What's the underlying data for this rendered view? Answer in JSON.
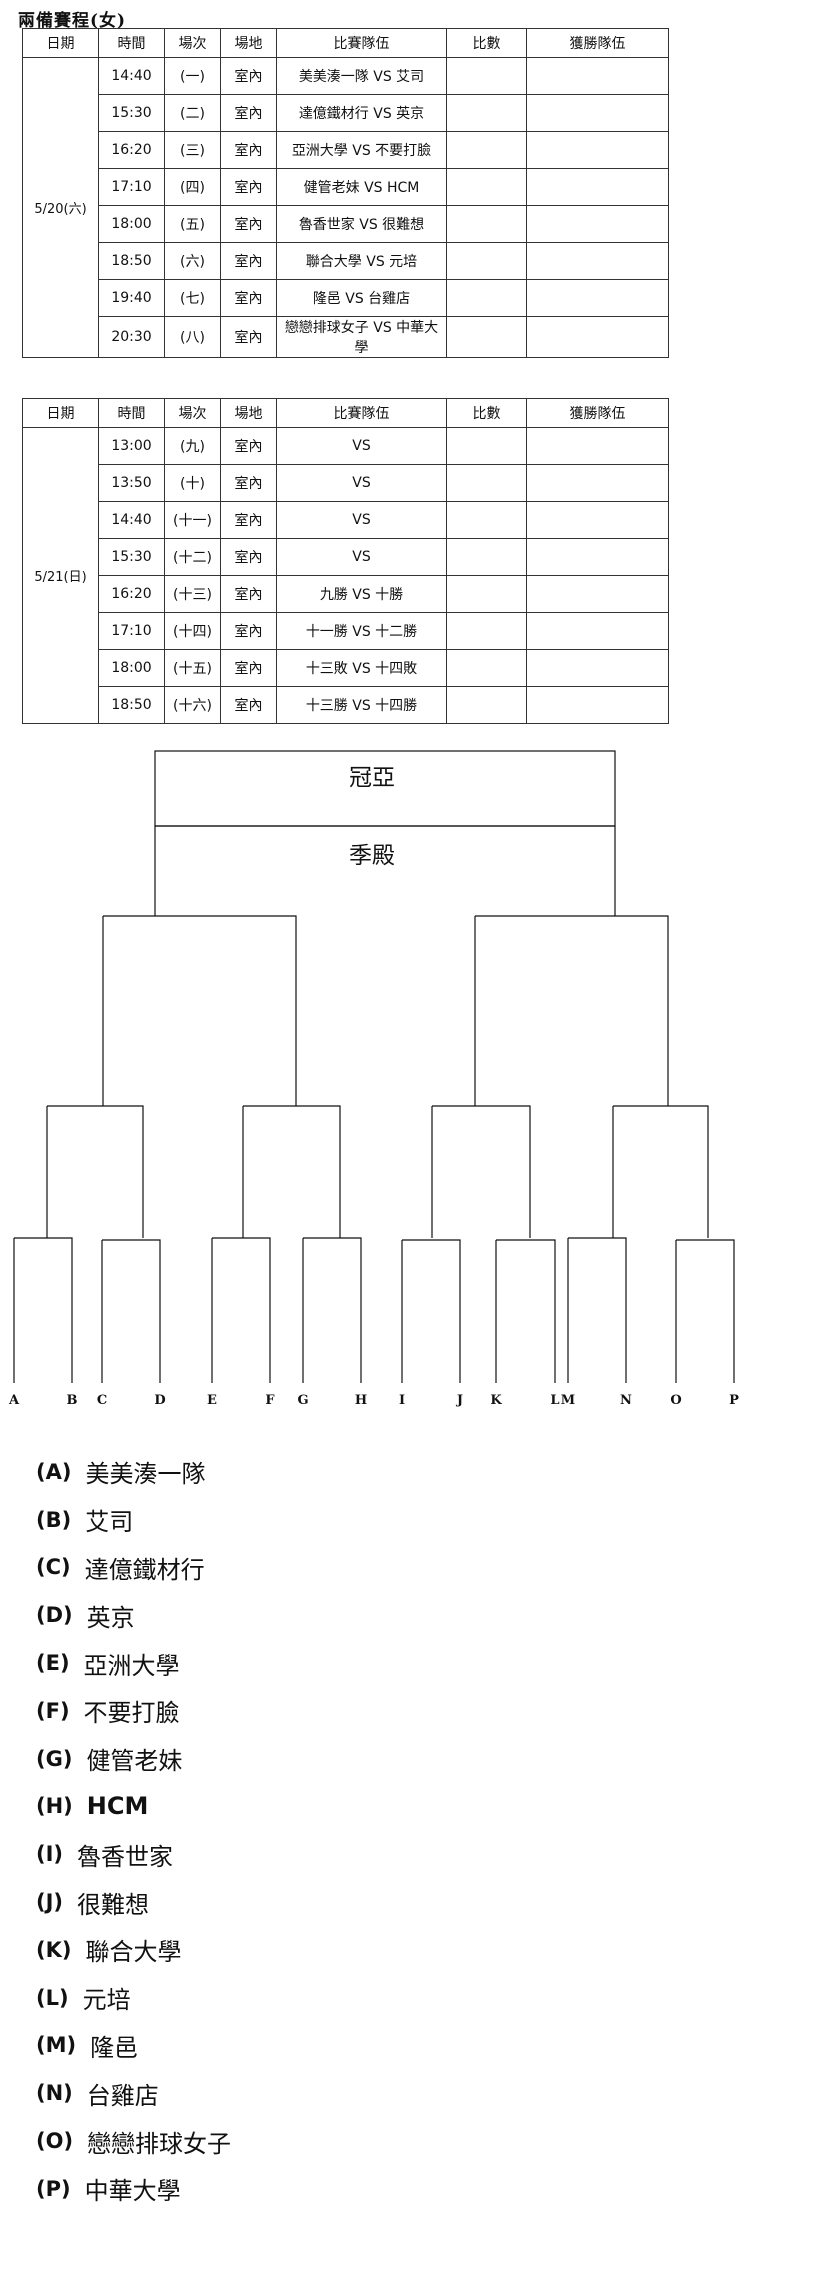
{
  "title": "兩備賽程(女)",
  "headers": [
    "日期",
    "時間",
    "場次",
    "場地",
    "比賽隊伍",
    "比數",
    "獲勝隊伍"
  ],
  "day1": {
    "date": "5/20(六)",
    "rows": [
      {
        "time": "14:40",
        "game": "(一)",
        "venue": "室內",
        "match": "美美湊一隊 VS 艾司",
        "score": "",
        "winner": ""
      },
      {
        "time": "15:30",
        "game": "(二)",
        "venue": "室內",
        "match": "達億鐵材行 VS 英京",
        "score": "",
        "winner": ""
      },
      {
        "time": "16:20",
        "game": "(三)",
        "venue": "室內",
        "match": "亞洲大學 VS 不要打臉",
        "score": "",
        "winner": ""
      },
      {
        "time": "17:10",
        "game": "(四)",
        "venue": "室內",
        "match": "健管老妹 VS HCM",
        "score": "",
        "winner": ""
      },
      {
        "time": "18:00",
        "game": "(五)",
        "venue": "室內",
        "match": "魯香世家 VS 很難想",
        "score": "",
        "winner": ""
      },
      {
        "time": "18:50",
        "game": "(六)",
        "venue": "室內",
        "match": "聯合大學 VS 元培",
        "score": "",
        "winner": ""
      },
      {
        "time": "19:40",
        "game": "(七)",
        "venue": "室內",
        "match": "隆邑 VS 台雞店",
        "score": "",
        "winner": ""
      },
      {
        "time": "20:30",
        "game": "(八)",
        "venue": "室內",
        "match": "戀戀排球女子 VS 中華大學",
        "score": "",
        "winner": ""
      }
    ]
  },
  "day2": {
    "date": "5/21(日)",
    "rows": [
      {
        "time": "13:00",
        "game": "(九)",
        "venue": "室內",
        "match": "VS",
        "score": "",
        "winner": ""
      },
      {
        "time": "13:50",
        "game": "(十)",
        "venue": "室內",
        "match": "VS",
        "score": "",
        "winner": ""
      },
      {
        "time": "14:40",
        "game": "(十一)",
        "venue": "室內",
        "match": "VS",
        "score": "",
        "winner": ""
      },
      {
        "time": "15:30",
        "game": "(十二)",
        "venue": "室內",
        "match": "VS",
        "score": "",
        "winner": ""
      },
      {
        "time": "16:20",
        "game": "(十三)",
        "venue": "室內",
        "match": "九勝 VS 十勝",
        "score": "",
        "winner": ""
      },
      {
        "time": "17:10",
        "game": "(十四)",
        "venue": "室內",
        "match": "十一勝 VS 十二勝",
        "score": "",
        "winner": ""
      },
      {
        "time": "18:00",
        "game": "(十五)",
        "venue": "室內",
        "match": "十三敗 VS 十四敗",
        "score": "",
        "winner": ""
      },
      {
        "time": "18:50",
        "game": "(十六)",
        "venue": "室內",
        "match": "十三勝 VS 十四勝",
        "score": "",
        "winner": ""
      }
    ]
  },
  "bracket": {
    "champion_label": "冠亞",
    "third_label": "季殿",
    "slots": [
      "A",
      "B",
      "C",
      "D",
      "E",
      "F",
      "G",
      "H",
      "I",
      "J",
      "K",
      "L",
      "M",
      "N",
      "O",
      "P"
    ]
  },
  "teams": [
    {
      "letter": "(A)",
      "name": "美美湊一隊"
    },
    {
      "letter": "(B)",
      "name": "艾司"
    },
    {
      "letter": "(C)",
      "name": "達億鐵材行"
    },
    {
      "letter": "(D)",
      "name": "英京"
    },
    {
      "letter": "(E)",
      "name": "亞洲大學"
    },
    {
      "letter": "(F)",
      "name": "不要打臉"
    },
    {
      "letter": "(G)",
      "name": "健管老妹"
    },
    {
      "letter": "(H)",
      "name": "HCM"
    },
    {
      "letter": "(I)",
      "name": "魯香世家"
    },
    {
      "letter": "(J)",
      "name": "很難想"
    },
    {
      "letter": "(K)",
      "name": "聯合大學"
    },
    {
      "letter": "(L)",
      "name": "元培"
    },
    {
      "letter": "(M)",
      "name": "隆邑"
    },
    {
      "letter": "(N)",
      "name": "台雞店"
    },
    {
      "letter": "(O)",
      "name": "戀戀排球女子"
    },
    {
      "letter": "(P)",
      "name": "中華大學"
    }
  ]
}
